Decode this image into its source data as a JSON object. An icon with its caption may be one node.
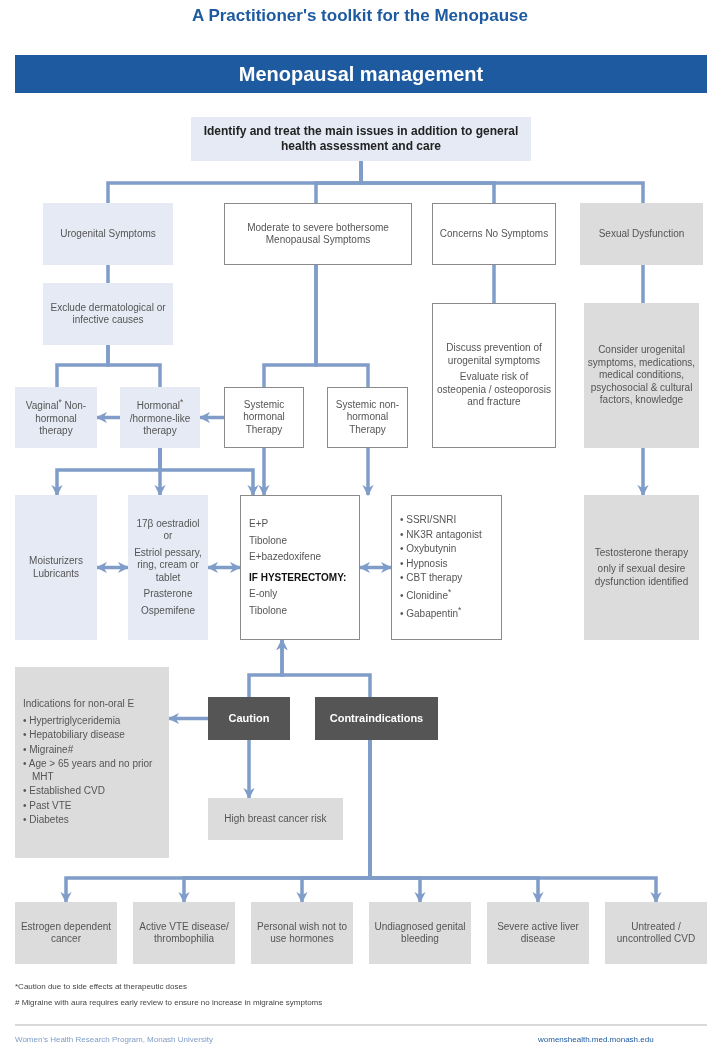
{
  "diagram": {
    "title": "A Practitioner's toolkit for the Menopause",
    "nodes": [
      {
        "text": [
          "Menopausal management"
        ]
      },
      {
        "text": [
          "Identify and treat the main issues in addition to general health assessment and care"
        ]
      },
      {
        "text": [
          "Urogenital Symptoms"
        ]
      },
      {
        "text": [
          "Moderate to severe bothersome Menopausal Symptoms"
        ]
      },
      {
        "text": [
          "Concerns No Symptoms"
        ]
      },
      {
        "text": [
          "Sexual Dysfunction"
        ]
      },
      {
        "text": [
          "Exclude dermatological or infective causes"
        ]
      },
      {
        "text": [
          "Vaginal$^{*}$ Non-hormonal therapy"
        ]
      },
      {
        "text": [
          "Hormonal$^{*}$ /hormone-like therapy"
        ]
      },
      {
        "text": [
          "Systemic hormonal Therapy"
        ]
      },
      {
        "text": [
          "Systemic non-hormonal Therapy"
        ]
      },
      {
        "text": [
          "Discuss prevention of urogenital symptoms",
          "Evaluate risk of osteopenia / osteoporosis and fracture"
        ]
      },
      {
        "text": [
          "Consider urogenital symptoms, medications, medical conditions, psychosocial & cultural factors, knowledge"
        ]
      },
      {
        "text": [
          "Moisturizers Lubricants"
        ]
      },
      {
        "text": [
          "17β oestradiol or",
          "Estriol pessary, ring, cream or tablet",
          "Prasterone",
          "Ospemifene"
        ]
      },
      {
        "text": [
          "E+P",
          "Tibolone",
          "E+bazedoxifene",
          "IF HYSTERECTOMY:",
          "E-only",
          "Tibolone"
        ]
      },
      {
        "text": [
          "• SSRI/SNRI",
          "• NK3R antagonist",
          "• Oxybutynin",
          "• Hypnosis",
          "• CBT therapy",
          "• Clonidine$^{*}$",
          "• Gabapentin$^{*}$"
        ]
      },
      {
        "text": [
          "Testosterone therapy",
          "only if sexual desire dysfunction identified"
        ]
      },
      {
        "text": [
          "Indications for non-oral E",
          "• Hypertriglyceridemia",
          "• Hepatobiliary disease",
          "• Migraine#",
          "• Age > 65 years and no prior MHT",
          "• Established CVD",
          "• Past VTE",
          "• Diabetes"
        ]
      },
      {
        "text": [
          "Caution"
        ]
      },
      {
        "text": [
          "Contraindications"
        ]
      },
      {
        "text": [
          "High breast cancer risk"
        ]
      },
      {
        "text": [
          "Estrogen dependent cancer"
        ]
      },
      {
        "text": [
          "Active VTE disease/ thrombophilia"
        ]
      },
      {
        "text": [
          "Personal wish not to use hormones"
        ]
      },
      {
        "text": [
          "Undiagnosed genital bleeding"
        ]
      },
      {
        "text": [
          "Severe active liver disease"
        ]
      },
      {
        "text": [
          "Untreated / uncontrolled CVD"
        ]
      }
    ],
    "edges": [
      {
        "from": 1,
        "to": 2,
        "arrow": "none"
      },
      {
        "from": 1,
        "to": 3,
        "arrow": "none"
      },
      {
        "from": 1,
        "to": 4,
        "arrow": "none"
      },
      {
        "from": 1,
        "to": 5,
        "arrow": "none"
      },
      {
        "from": 2,
        "to": 6,
        "arrow": "none"
      },
      {
        "from": 6,
        "to": 7,
        "arrow": "none"
      },
      {
        "from": 6,
        "to": 8,
        "arrow": "none"
      },
      {
        "from": 3,
        "to": 9,
        "arrow": "none"
      },
      {
        "from": 3,
        "to": 10,
        "arrow": "none"
      },
      {
        "from": 4,
        "to": 11,
        "arrow": "none"
      },
      {
        "from": 5,
        "to": 12,
        "arrow": "none"
      },
      {
        "from": 9,
        "to": 8,
        "arrow": "to"
      },
      {
        "from": 8,
        "to": 7,
        "arrow": "to"
      },
      {
        "from": 8,
        "to": 13,
        "arrow": "to"
      },
      {
        "from": 8,
        "to": 14,
        "arrow": "to"
      },
      {
        "from": 8,
        "to": 15,
        "arrow": "to"
      },
      {
        "from": 9,
        "to": 15,
        "arrow": "to"
      },
      {
        "from": 10,
        "to": 16,
        "arrow": "to"
      },
      {
        "from": 12,
        "to": 17,
        "arrow": "to"
      },
      {
        "from": 13,
        "to": 14,
        "arrow": "both"
      },
      {
        "from": 14,
        "to": 15,
        "arrow": "both"
      },
      {
        "from": 15,
        "to": 16,
        "arrow": "both"
      },
      {
        "from": 19,
        "to": 18,
        "arrow": "to"
      },
      {
        "from": 19,
        "to": 21,
        "arrow": "to"
      },
      {
        "from": 19,
        "to": 15,
        "arrow": "to"
      },
      {
        "from": 20,
        "to": 15,
        "arrow": "to"
      },
      {
        "from": 20,
        "to": 22,
        "arrow": "to"
      },
      {
        "from": 20,
        "to": 23,
        "arrow": "to"
      },
      {
        "from": 20,
        "to": 24,
        "arrow": "to"
      },
      {
        "from": 20,
        "to": 25,
        "arrow": "to"
      },
      {
        "from": 20,
        "to": 26,
        "arrow": "to"
      },
      {
        "from": 20,
        "to": 27,
        "arrow": "to"
      }
    ],
    "labels": [
      "*Caution due to side effects at therapeutic doses",
      "# Migraine with aura requires early review to ensure no increase in migraine symptoms",
      "Women's Health Research Program, Monash University",
      "womenshealth.med.monash.edu"
    ]
  }
}
